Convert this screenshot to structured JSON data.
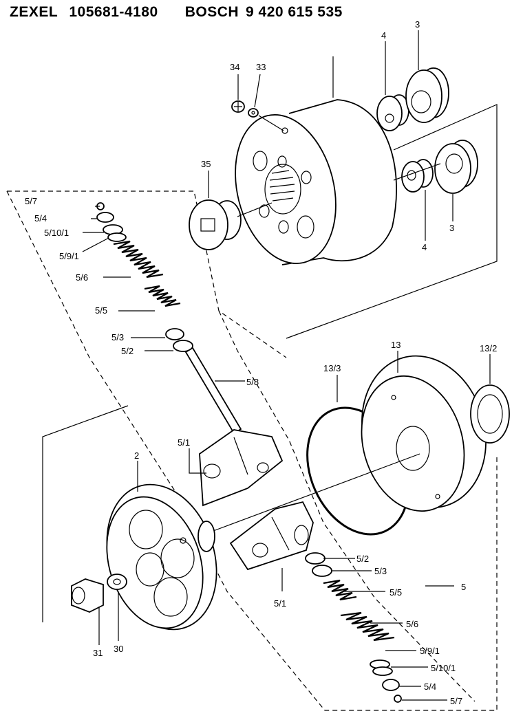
{
  "header": {
    "brand1": "ZEXEL",
    "part1": "105681-4180",
    "brand2": "BOSCH",
    "part2": "9 420 615 535"
  },
  "labels": {
    "l34": "34",
    "l33": "33",
    "l4_top": "4",
    "l3_top": "3",
    "l35": "35",
    "l4_mid": "4",
    "l3_mid": "3",
    "l5_7_top": "5/7",
    "l5_4_top": "5/4",
    "l5_10_1_top": "5/10/1",
    "l5_9_1_top": "5/9/1",
    "l5_6_top": "5/6",
    "l5_5_top": "5/5",
    "l5_3_top": "5/3",
    "l5_2_top": "5/2",
    "l5_8": "5/8",
    "l13_3": "13/3",
    "l13": "13",
    "l13_2": "13/2",
    "l5_1_top": "5/1",
    "l2": "2",
    "l5_2_bot": "5/2",
    "l5_3_bot": "5/3",
    "l5_5_bot": "5/5",
    "l5": "5",
    "l5_1_bot": "5/1",
    "l5_6_bot": "5/6",
    "l5_9_1_bot": "5/9/1",
    "l5_10_1_bot": "5/10/1",
    "l5_4_bot": "5/4",
    "l5_7_bot": "5/7",
    "l31": "31",
    "l30": "30"
  }
}
